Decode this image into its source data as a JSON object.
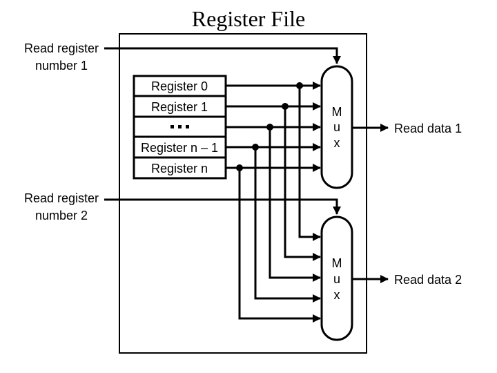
{
  "title": "Register File",
  "inputs": {
    "read_reg_1": [
      "Read register",
      "number 1"
    ],
    "read_reg_2": [
      "Read register",
      "number 2"
    ]
  },
  "registers": [
    "Register 0",
    "Register 1",
    "...",
    "Register n – 1",
    "Register n"
  ],
  "mux_label": [
    "M",
    "u",
    "x"
  ],
  "outputs": {
    "read_data_1": "Read data 1",
    "read_data_2": "Read data 2"
  },
  "colors": {
    "stroke": "#000000",
    "background": "#ffffff"
  }
}
